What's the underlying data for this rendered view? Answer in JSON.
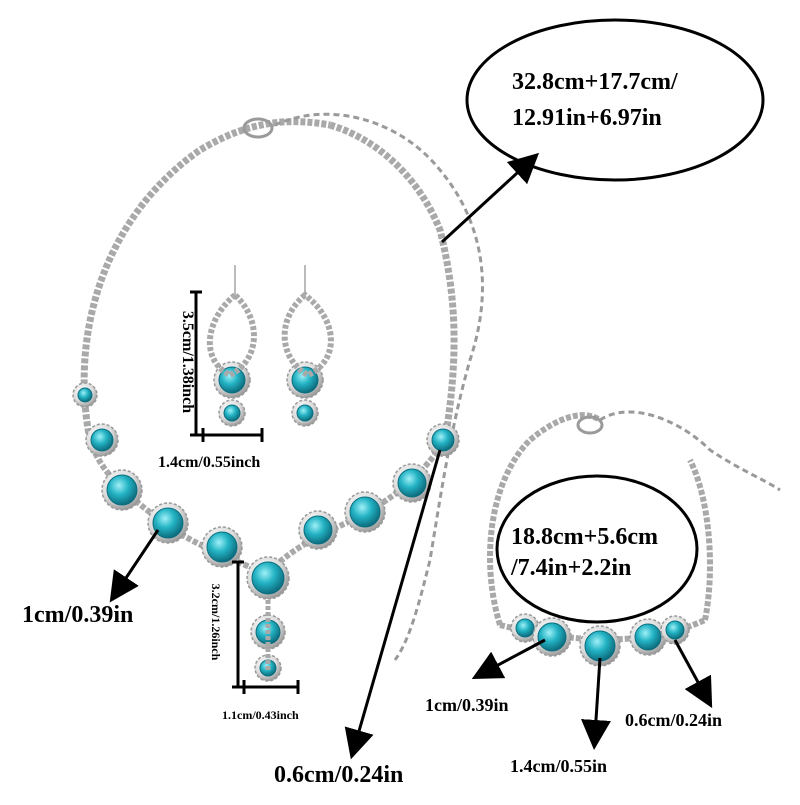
{
  "necklace": {
    "length_line1": "32.8cm+17.7cm/",
    "length_line2": "12.91in+6.97in",
    "stone_large": "1cm/0.39in",
    "stone_small": "0.6cm/0.24in",
    "pendant_height": "3.2cm/1.26inch",
    "pendant_width": "1.1cm/0.43inch"
  },
  "earrings": {
    "height": "3.5cm/1.38inch",
    "width": "1.4cm/0.55inch"
  },
  "bracelet": {
    "length_line1": "18.8cm+5.6cm",
    "length_line2": "/7.4in+2.2in",
    "stone_large": "1cm/0.39in",
    "stone_medium": "1.4cm/0.55in",
    "stone_small": "0.6cm/0.24in"
  },
  "colors": {
    "gem": "#1ea6b8",
    "gem_dark": "#0c6f80",
    "silver": "#b9b9b9",
    "silver_dark": "#8a8a8a"
  }
}
